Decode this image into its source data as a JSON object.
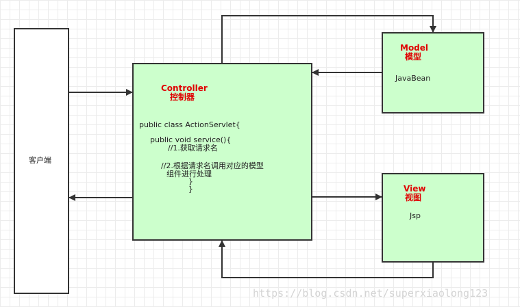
{
  "client": {
    "label": "客户端"
  },
  "controller": {
    "title": "Controller",
    "subtitle": "控制器",
    "code": [
      "public class ActionServlet{",
      "public void service(){",
      "//1.获取请求名",
      "//2.根据请求名调用对应的模型",
      "组件进行处理",
      "}",
      "}"
    ]
  },
  "model": {
    "title": "Model",
    "subtitle": "模型",
    "body": "JavaBean"
  },
  "view": {
    "title": "View",
    "subtitle": "视图",
    "body": "Jsp"
  },
  "watermark": "https://blog.csdn.net/superxiaolong123",
  "colors": {
    "box_fill": "#ccffcc",
    "title": "#e00000",
    "stroke": "#333333"
  }
}
